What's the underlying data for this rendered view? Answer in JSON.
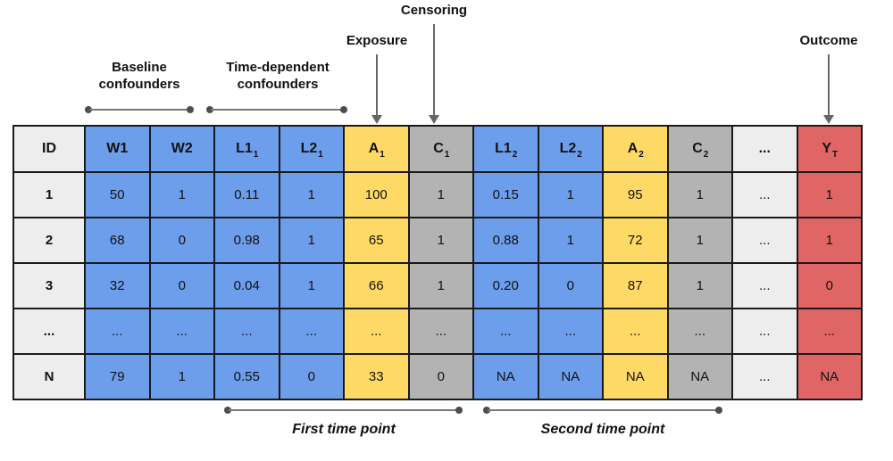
{
  "diagram": {
    "annotations": {
      "censoring": "Censoring",
      "exposure": "Exposure",
      "outcome": "Outcome",
      "baseline_line1": "Baseline",
      "baseline_line2": "confounders",
      "timedep_line1": "Time-dependent",
      "timedep_line2": "confounders",
      "first_time_point": "First time point",
      "second_time_point": "Second time point"
    },
    "colors": {
      "blue": "#6d9eeb",
      "yellow": "#ffd966",
      "gray": "#b3b3b3",
      "light": "#ededed",
      "red": "#e06666",
      "arrow": "#666666",
      "border": "#1a1a1a"
    },
    "table": {
      "columns": [
        {
          "label": "ID",
          "sub": "",
          "color": "light"
        },
        {
          "label": "W1",
          "sub": "",
          "color": "blue"
        },
        {
          "label": "W2",
          "sub": "",
          "color": "blue"
        },
        {
          "label": "L1",
          "sub": "1",
          "color": "blue"
        },
        {
          "label": "L2",
          "sub": "1",
          "color": "blue"
        },
        {
          "label": "A",
          "sub": "1",
          "color": "yellow"
        },
        {
          "label": "C",
          "sub": "1",
          "color": "gray"
        },
        {
          "label": "L1",
          "sub": "2",
          "color": "blue"
        },
        {
          "label": "L2",
          "sub": "2",
          "color": "blue"
        },
        {
          "label": "A",
          "sub": "2",
          "color": "yellow"
        },
        {
          "label": "C",
          "sub": "2",
          "color": "gray"
        },
        {
          "label": "...",
          "sub": "",
          "color": "light"
        },
        {
          "label": "Y",
          "sub": "T",
          "color": "red"
        }
      ],
      "rows": [
        [
          "1",
          "50",
          "1",
          "0.11",
          "1",
          "100",
          "1",
          "0.15",
          "1",
          "95",
          "1",
          "...",
          "1"
        ],
        [
          "2",
          "68",
          "0",
          "0.98",
          "1",
          "65",
          "1",
          "0.88",
          "1",
          "72",
          "1",
          "...",
          "1"
        ],
        [
          "3",
          "32",
          "0",
          "0.04",
          "1",
          "66",
          "1",
          "0.20",
          "0",
          "87",
          "1",
          "...",
          "0"
        ],
        [
          "...",
          "...",
          "...",
          "...",
          "...",
          "...",
          "...",
          "...",
          "...",
          "...",
          "...",
          "...",
          "..."
        ],
        [
          "N",
          "79",
          "1",
          "0.55",
          "0",
          "33",
          "0",
          "NA",
          "NA",
          "NA",
          "NA",
          "...",
          "NA"
        ]
      ]
    }
  }
}
